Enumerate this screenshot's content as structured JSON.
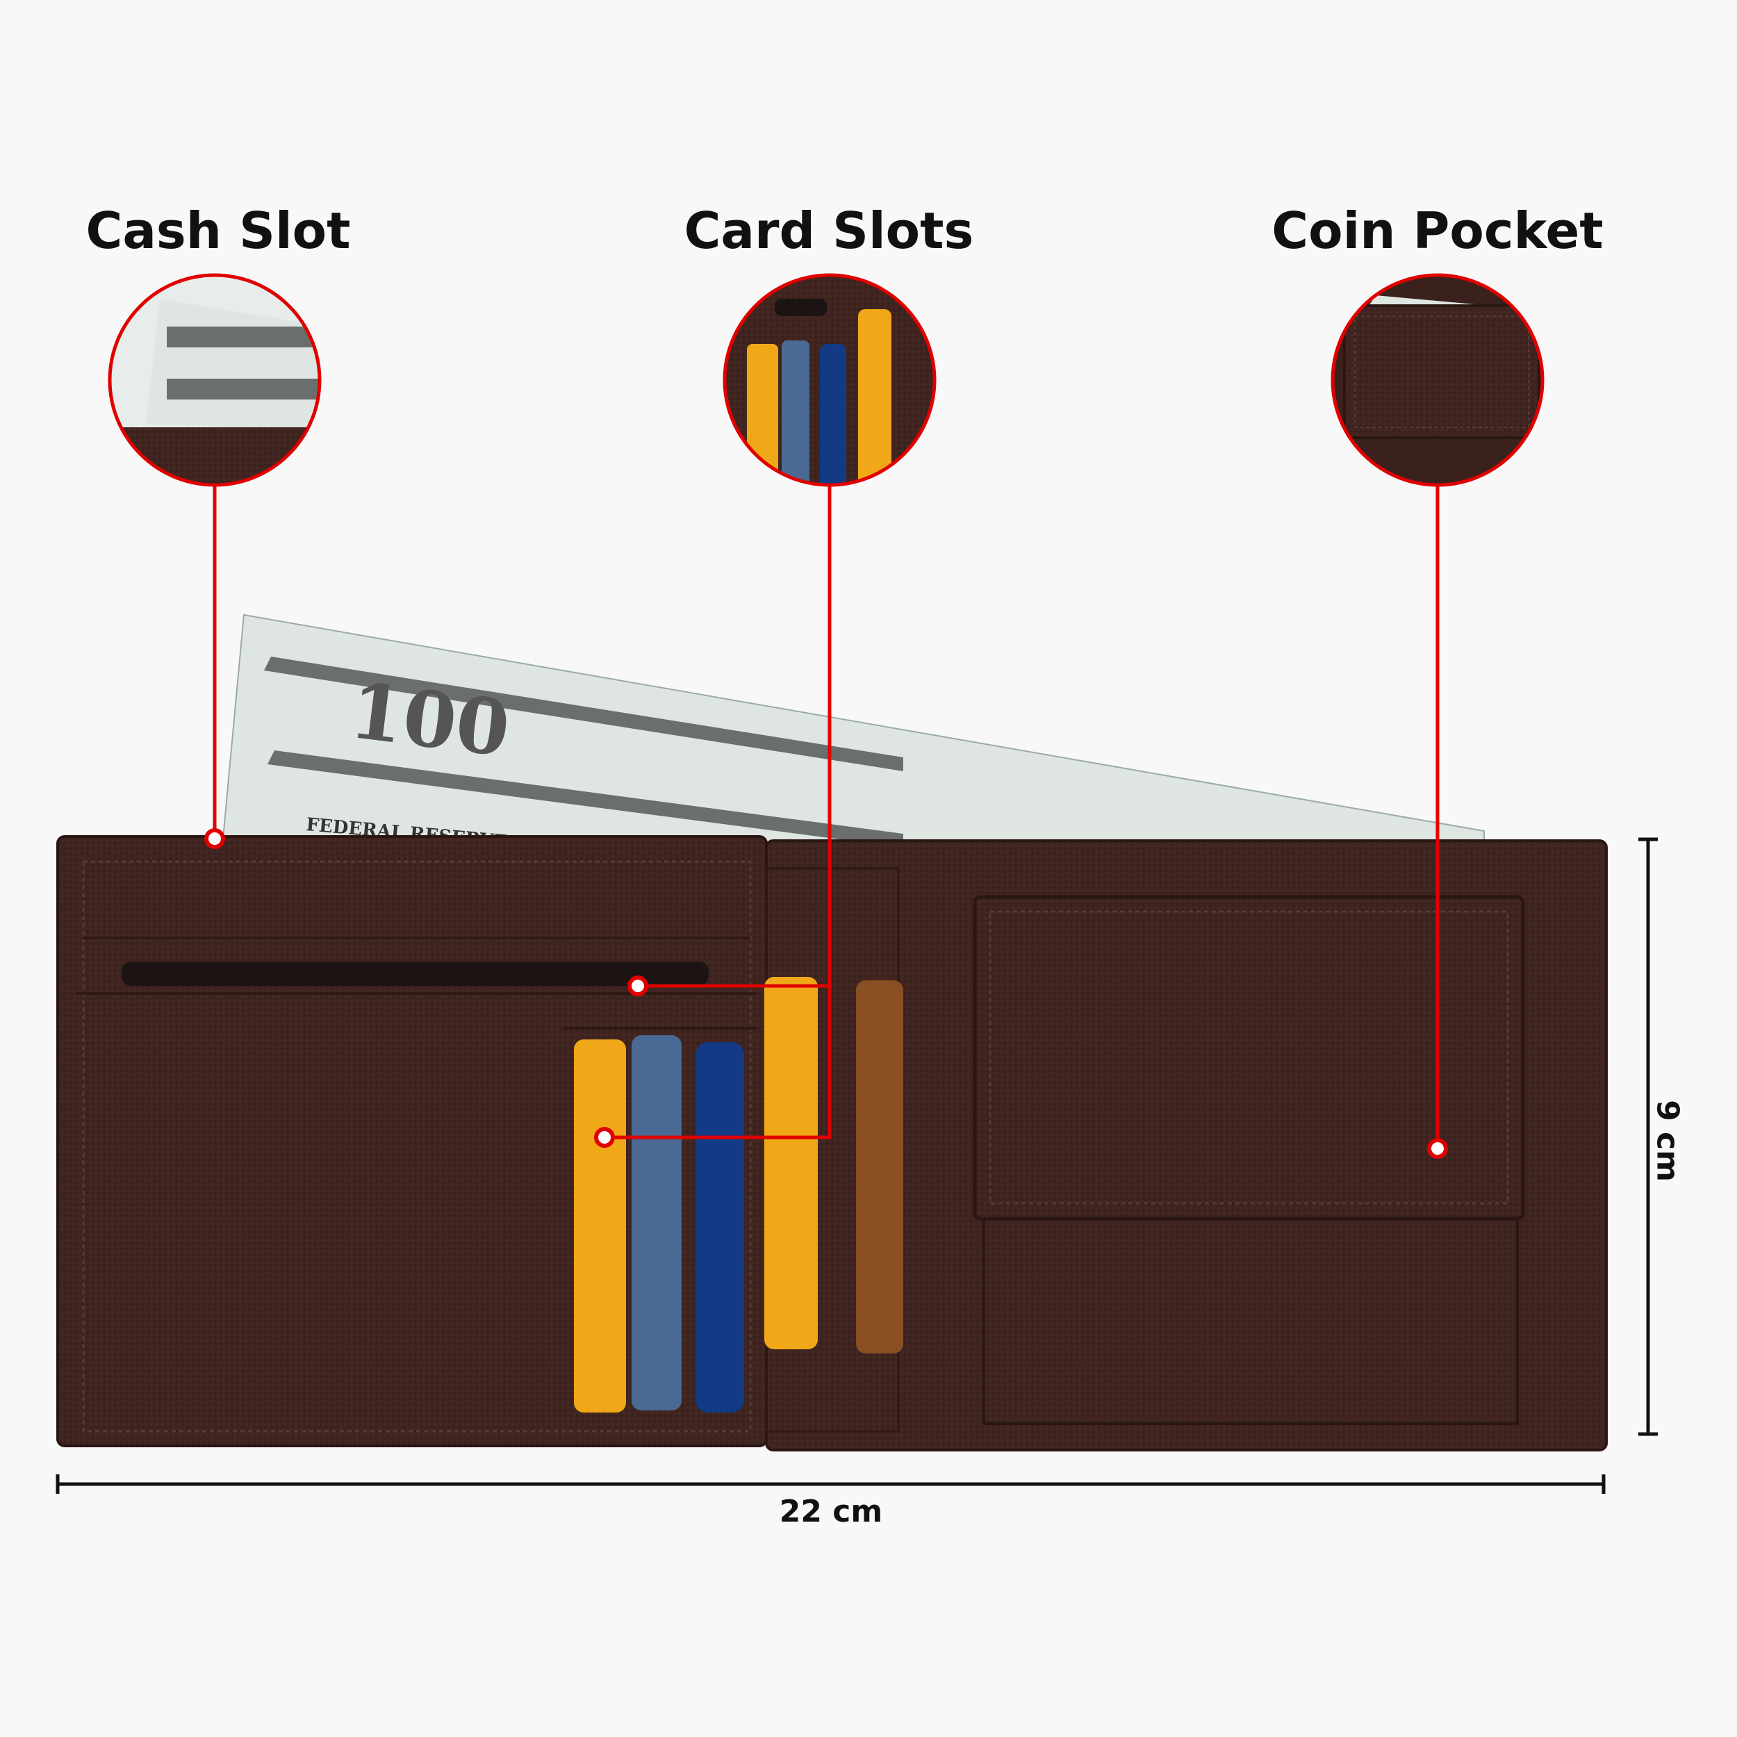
{
  "labels": {
    "cash_slot": "Cash Slot",
    "card_slots": "Card Slots",
    "coin_pocket": "Coin Pocket"
  },
  "dimensions": {
    "width": "22 cm",
    "height": "9 cm"
  },
  "bill_text": {
    "denomination": "100",
    "note": "FEDERAL RESERVE NOTE"
  },
  "colors": {
    "accent_red": "#e00000",
    "leather": "#3f2420",
    "background": "#f8f8f8"
  }
}
